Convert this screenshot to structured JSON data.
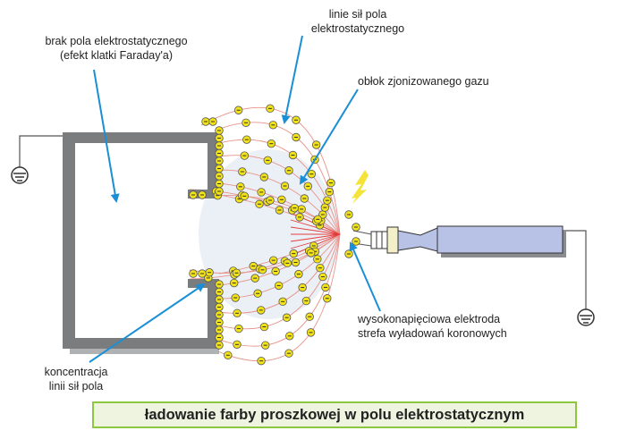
{
  "labels": {
    "no_field": "brak pola elektrostatycznego",
    "no_field_sub": "(efekt klatki Faraday'a)",
    "field_lines_1": "linie sił pola",
    "field_lines_2": "elektrostatycznego",
    "ion_cloud": "obłok zjonizowanego gazu",
    "electrode": "wysokonapięciowa elektroda",
    "corona": "strefa wyładowań koronowych",
    "concentration_1": "koncentracja",
    "concentration_2": "linii sił pola"
  },
  "caption": "ładowanie farby proszkowej w polu elektrostatycznym",
  "particle_symbol": "−",
  "colors": {
    "arrow": "#1a8fd6",
    "particle": "#f2e21a",
    "field_line": "#e8928a",
    "cage": "#7b7c7e",
    "gun": "#b8c2e6",
    "caption_border": "#8dc63f"
  }
}
